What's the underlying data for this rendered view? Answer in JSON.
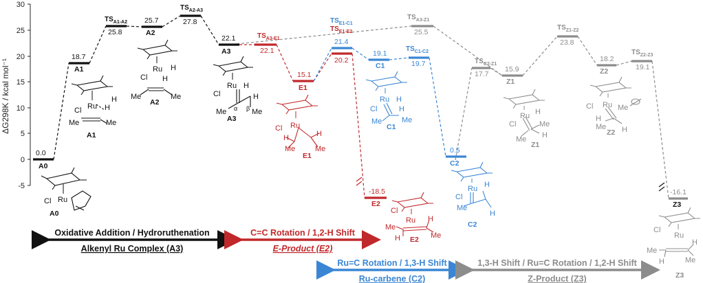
{
  "colors": {
    "black": "#111111",
    "red": "#c0282b",
    "blue": "#3a86d4",
    "gray": "#8c8c8c"
  },
  "axis": {
    "label": "ΔG298K / kcal mol⁻¹",
    "ticks": [
      "30",
      "25",
      "20",
      "15",
      "10",
      "5",
      "0",
      "-5"
    ]
  },
  "levels": {
    "A0": {
      "value": "0.0",
      "label": "A0"
    },
    "A1": {
      "value": "18.7",
      "label": "A1"
    },
    "TSA1A2": {
      "value": "25.8",
      "label": "TS",
      "sub": "A1-A2"
    },
    "A2": {
      "value": "25.7",
      "label": "A2"
    },
    "TSA2A3": {
      "value": "27.8",
      "label": "TS",
      "sub": "A2-A3"
    },
    "A3": {
      "value": "22.1",
      "label": "A3"
    },
    "TSA3E1": {
      "value": "22.1",
      "label": "TS",
      "sub": "A3-E1"
    },
    "E1": {
      "value": "15.1",
      "label": "E1"
    },
    "TSE1C1": {
      "label": "TS",
      "sub": "E1-C1",
      "value": "21.4"
    },
    "TSE1E2": {
      "label": "TS",
      "sub": "E1-E2",
      "value": "20.2"
    },
    "C1": {
      "value": "19.1",
      "label": "C1"
    },
    "TSC1C2": {
      "value": "19.7",
      "label": "TS",
      "sub": "C1-C2"
    },
    "TSA3Z1": {
      "value": "25.5",
      "label": "TS",
      "sub": "A3-Z1"
    },
    "TSC2Z1": {
      "value": "17.7",
      "label": "TS",
      "sub": "C2-Z1"
    },
    "Z1": {
      "value": "15.9",
      "label": "Z1"
    },
    "TSZ1Z2": {
      "value": "23.8",
      "label": "TS",
      "sub": "Z1-Z2"
    },
    "Z2": {
      "value": "18.2",
      "label": "Z2"
    },
    "TSZ2Z3": {
      "value": "19.1",
      "label": "TS",
      "sub": "Z2-Z3"
    },
    "C2": {
      "value": "0.5",
      "label": "C2"
    },
    "E2": {
      "value": "-18.5",
      "label": "E2"
    },
    "Z3": {
      "value": "-16.1",
      "label": "Z3"
    }
  },
  "structures": {
    "Ru": "Ru",
    "Cl": "Cl",
    "H": "H",
    "Me": "Me",
    "alpha": "α",
    "beta": "β",
    "A0": "A0",
    "A1": "A1",
    "A2": "A2",
    "A3": "A3",
    "E1": "E1",
    "E2": "E2",
    "C1": "C1",
    "C2": "C2",
    "Z1": "Z1",
    "Z2": "Z2",
    "Z3": "Z3"
  },
  "bands": {
    "black_top": "Oxidative Addition / Hydroruthenation",
    "black_bottom": "Alkenyl Ru Complex (A3)",
    "red_top": "C=C Rotation / 1,2-H Shift",
    "red_bottom": "E-Product (E2)",
    "blue_top": "Ru=C Rotation / 1,3-H Shift",
    "blue_bottom": "Ru-carbene (C2)",
    "gray_top": "1,3-H Shift / Ru=C Rotation / 1,2-H Shift",
    "gray_bottom": "Z-Product (Z3)"
  }
}
